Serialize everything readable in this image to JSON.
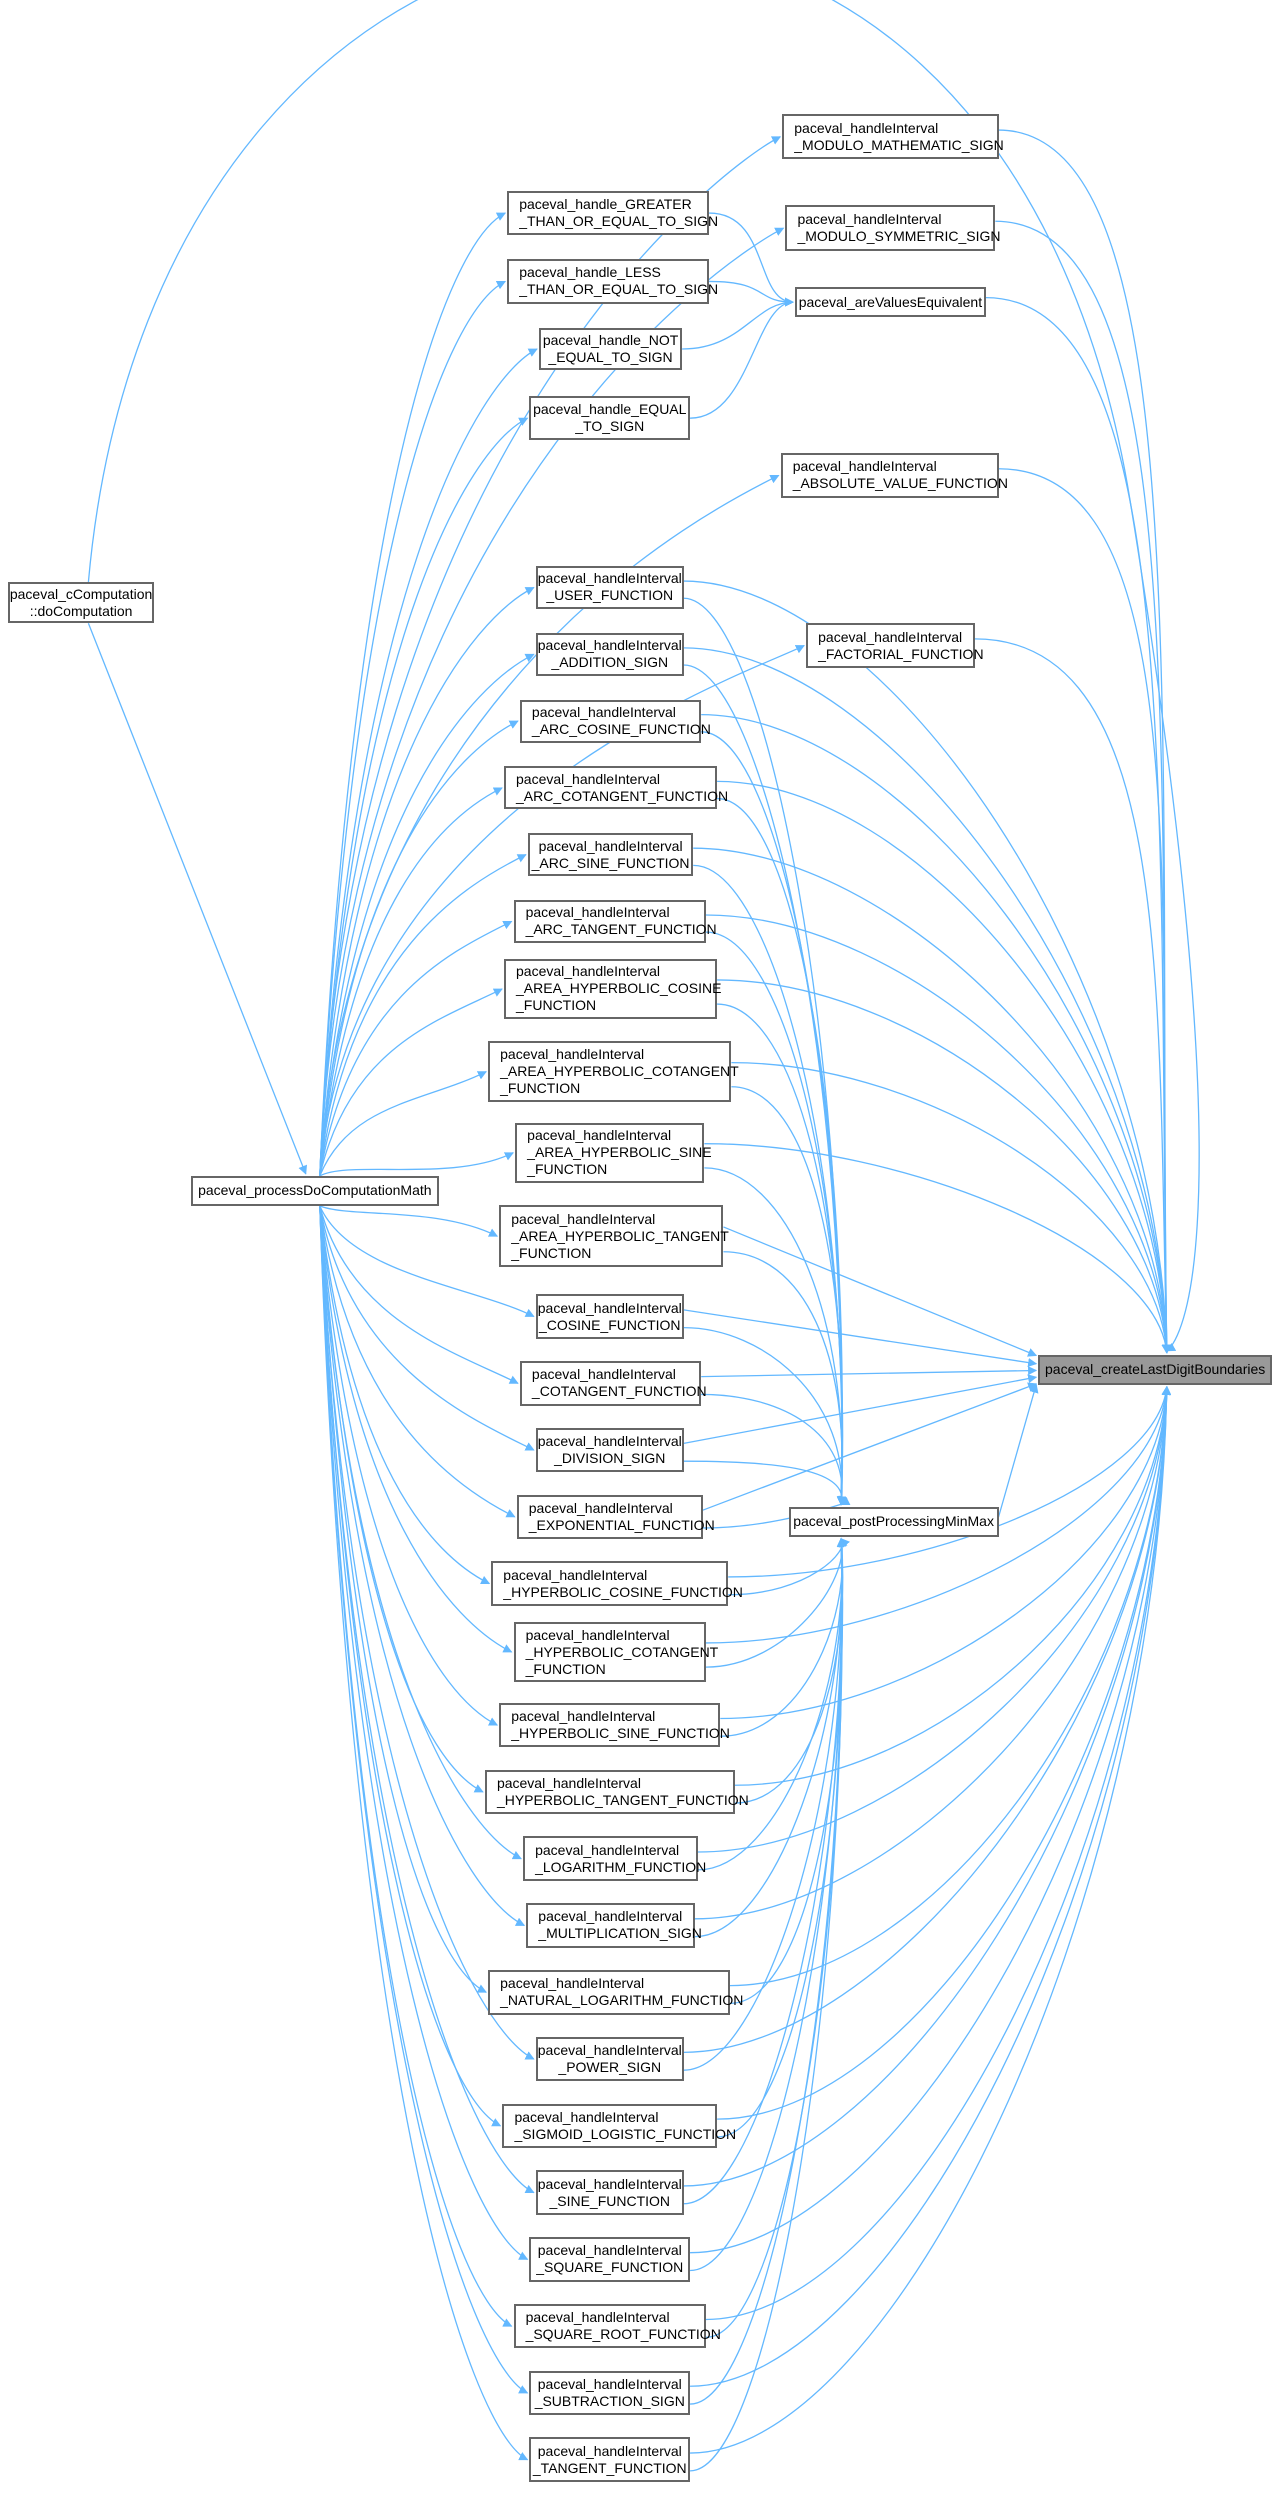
{
  "graph": {
    "edge_color": "#63b8ff",
    "node_border_color": "#666666",
    "target_fill_color": "#999999",
    "nodes": {
      "cComputation": {
        "lines": [
          "paceval_cComputation",
          "::doComputation"
        ]
      },
      "process": {
        "lines": [
          "paceval_processDoComputationMath"
        ]
      },
      "modMath": {
        "lines": [
          "paceval_handleInterval",
          "_MODULO_MATHEMATIC_SIGN"
        ]
      },
      "modSym": {
        "lines": [
          "paceval_handleInterval",
          "_MODULO_SYMMETRIC_SIGN"
        ]
      },
      "greater": {
        "lines": [
          "paceval_handle_GREATER",
          "_THAN_OR_EQUAL_TO_SIGN"
        ]
      },
      "less": {
        "lines": [
          "paceval_handle_LESS",
          "_THAN_OR_EQUAL_TO_SIGN"
        ]
      },
      "notEq": {
        "lines": [
          "paceval_handle_NOT",
          "_EQUAL_TO_SIGN"
        ]
      },
      "eq": {
        "lines": [
          "paceval_handle_EQUAL",
          "_TO_SIGN"
        ]
      },
      "areEq": {
        "lines": [
          "paceval_areValuesEquivalent"
        ]
      },
      "abs": {
        "lines": [
          "paceval_handleInterval",
          "_ABSOLUTE_VALUE_FUNCTION"
        ]
      },
      "user": {
        "lines": [
          "paceval_handleInterval",
          "_USER_FUNCTION"
        ]
      },
      "fact": {
        "lines": [
          "paceval_handleInterval",
          "_FACTORIAL_FUNCTION"
        ]
      },
      "add": {
        "lines": [
          "paceval_handleInterval",
          "_ADDITION_SIGN"
        ]
      },
      "acos": {
        "lines": [
          "paceval_handleInterval",
          "_ARC_COSINE_FUNCTION"
        ]
      },
      "acot": {
        "lines": [
          "paceval_handleInterval",
          "_ARC_COTANGENT_FUNCTION"
        ]
      },
      "asin": {
        "lines": [
          "paceval_handleInterval",
          "_ARC_SINE_FUNCTION"
        ]
      },
      "atan": {
        "lines": [
          "paceval_handleInterval",
          "_ARC_TANGENT_FUNCTION"
        ]
      },
      "acosh": {
        "lines": [
          "paceval_handleInterval",
          "_AREA_HYPERBOLIC_COSINE",
          "_FUNCTION"
        ]
      },
      "acoth": {
        "lines": [
          "paceval_handleInterval",
          "_AREA_HYPERBOLIC_COTANGENT",
          "_FUNCTION"
        ]
      },
      "asinh": {
        "lines": [
          "paceval_handleInterval",
          "_AREA_HYPERBOLIC_SINE",
          "_FUNCTION"
        ]
      },
      "atanh": {
        "lines": [
          "paceval_handleInterval",
          "_AREA_HYPERBOLIC_TANGENT",
          "_FUNCTION"
        ]
      },
      "cos": {
        "lines": [
          "paceval_handleInterval",
          "_COSINE_FUNCTION"
        ]
      },
      "cot": {
        "lines": [
          "paceval_handleInterval",
          "_COTANGENT_FUNCTION"
        ]
      },
      "div": {
        "lines": [
          "paceval_handleInterval",
          "_DIVISION_SIGN"
        ]
      },
      "exp": {
        "lines": [
          "paceval_handleInterval",
          "_EXPONENTIAL_FUNCTION"
        ]
      },
      "cosh": {
        "lines": [
          "paceval_handleInterval",
          "_HYPERBOLIC_COSINE_FUNCTION"
        ]
      },
      "coth": {
        "lines": [
          "paceval_handleInterval",
          "_HYPERBOLIC_COTANGENT",
          "_FUNCTION"
        ]
      },
      "sinh": {
        "lines": [
          "paceval_handleInterval",
          "_HYPERBOLIC_SINE_FUNCTION"
        ]
      },
      "tanh": {
        "lines": [
          "paceval_handleInterval",
          "_HYPERBOLIC_TANGENT_FUNCTION"
        ]
      },
      "log": {
        "lines": [
          "paceval_handleInterval",
          "_LOGARITHM_FUNCTION"
        ]
      },
      "mul": {
        "lines": [
          "paceval_handleInterval",
          "_MULTIPLICATION_SIGN"
        ]
      },
      "ln": {
        "lines": [
          "paceval_handleInterval",
          "_NATURAL_LOGARITHM_FUNCTION"
        ]
      },
      "pow": {
        "lines": [
          "paceval_handleInterval",
          "_POWER_SIGN"
        ]
      },
      "sig": {
        "lines": [
          "paceval_handleInterval",
          "_SIGMOID_LOGISTIC_FUNCTION"
        ]
      },
      "sin": {
        "lines": [
          "paceval_handleInterval",
          "_SINE_FUNCTION"
        ]
      },
      "sq": {
        "lines": [
          "paceval_handleInterval",
          "_SQUARE_FUNCTION"
        ]
      },
      "sqrt": {
        "lines": [
          "paceval_handleInterval",
          "_SQUARE_ROOT_FUNCTION"
        ]
      },
      "sub": {
        "lines": [
          "paceval_handleInterval",
          "_SUBTRACTION_SIGN"
        ]
      },
      "tan": {
        "lines": [
          "paceval_handleInterval",
          "_TANGENT_FUNCTION"
        ]
      },
      "post": {
        "lines": [
          "paceval_postProcessingMinMax"
        ]
      },
      "target": {
        "lines": [
          "paceval_createLastDigitBoundaries"
        ]
      }
    },
    "edges_to_target": [
      "cComputation",
      "modMath",
      "modSym",
      "areEq",
      "abs",
      "fact",
      "user",
      "add",
      "acos",
      "acot",
      "asin",
      "atan",
      "acosh",
      "acoth",
      "asinh",
      "atanh",
      "cos",
      "cot",
      "div",
      "exp",
      "cosh",
      "coth",
      "sinh",
      "tanh",
      "log",
      "mul",
      "ln",
      "pow",
      "sig",
      "sin",
      "sq",
      "sqrt",
      "sub",
      "tan",
      "post"
    ],
    "edges_from_process": [
      "modMath",
      "modSym",
      "greater",
      "less",
      "notEq",
      "eq",
      "abs",
      "user",
      "fact",
      "add",
      "acos",
      "acot",
      "asin",
      "atan",
      "acosh",
      "acoth",
      "asinh",
      "atanh",
      "cos",
      "cot",
      "div",
      "exp",
      "cosh",
      "coth",
      "sinh",
      "tanh",
      "log",
      "mul",
      "ln",
      "pow",
      "sig",
      "sin",
      "sq",
      "sqrt",
      "sub",
      "tan"
    ],
    "edges_to_areEq": [
      "greater",
      "less",
      "notEq",
      "eq"
    ],
    "edges_to_post": [
      "user",
      "add",
      "acos",
      "acot",
      "asin",
      "atan",
      "acosh",
      "acoth",
      "asinh",
      "atanh",
      "cos",
      "cot",
      "div",
      "exp",
      "cosh",
      "coth",
      "sinh",
      "tanh",
      "log",
      "mul",
      "ln",
      "pow",
      "sig",
      "sin",
      "sq",
      "sqrt",
      "sub",
      "tan"
    ]
  }
}
